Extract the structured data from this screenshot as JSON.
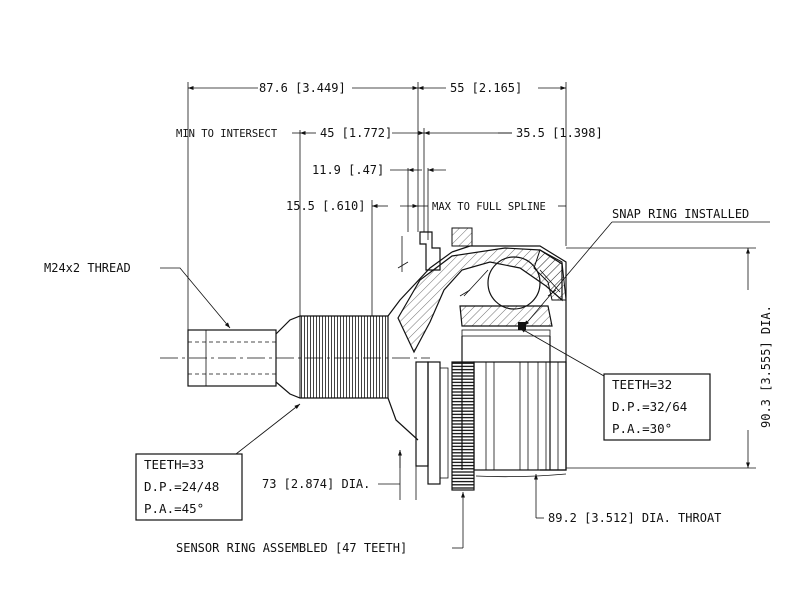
{
  "dimensions": {
    "d_87_6": "87.6 [3.449]",
    "d_55": "55 [2.165]",
    "d_45": "45 [1.772]",
    "d_35_5": "35.5 [1.398]",
    "d_11_9": "11.9 [.47]",
    "d_15_5": "15.5 [.610]",
    "d_73": "73 [2.874] DIA.",
    "d_89_2": "89.2 [3.512] DIA. THROAT",
    "d_90_3": "90.3 [3.555] DIA."
  },
  "notes": {
    "min_to_intersect": "MIN TO INTERSECT",
    "max_to_full_spline": "MAX TO FULL SPLINE",
    "snap_ring": "SNAP RING INSTALLED",
    "thread": "M24x2 THREAD",
    "sensor_ring": "SENSOR RING ASSEMBLED [47 TEETH]"
  },
  "outer_spline": {
    "teeth": "TEETH=33",
    "dp": "D.P.=24/48",
    "pa": "P.A.=45°"
  },
  "inner_spline": {
    "teeth": "TEETH=32",
    "dp": "D.P.=32/64",
    "pa": "P.A.=30°"
  }
}
